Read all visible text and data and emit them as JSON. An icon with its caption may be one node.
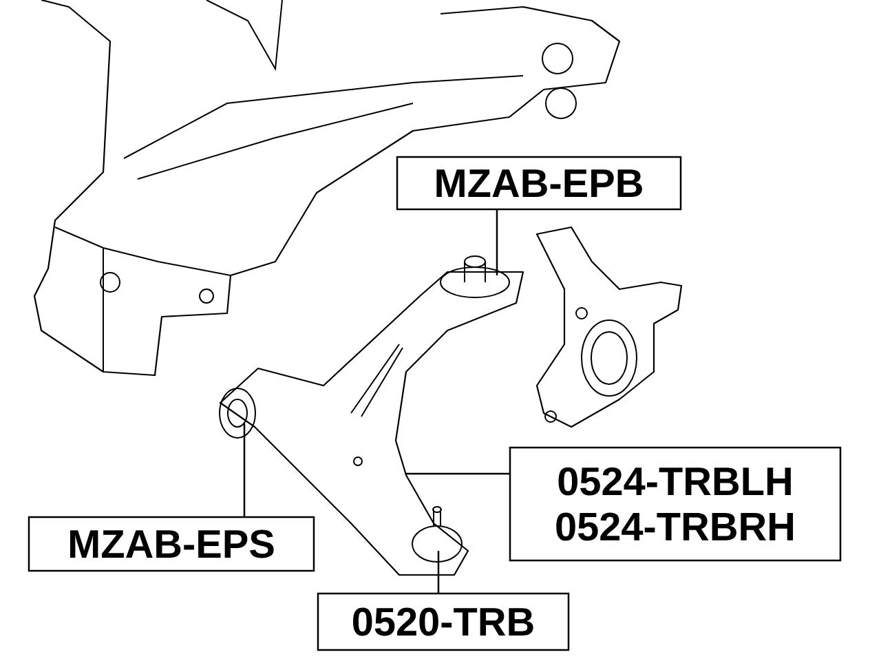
{
  "diagram": {
    "nodes": [
      {
        "text": [
          "MZAB-EPB"
        ]
      },
      {
        "text": [
          "MZAB-EPS"
        ]
      },
      {
        "text": [
          "0524-TRBLH",
          "0524-TRBRH"
        ]
      },
      {
        "text": [
          "0520-TRB"
        ]
      }
    ],
    "edges": [
      {
        "from": 0,
        "to": null,
        "arrow": "none"
      },
      {
        "from": 1,
        "to": null,
        "arrow": "none"
      },
      {
        "from": 2,
        "to": null,
        "arrow": "none"
      },
      {
        "from": 3,
        "to": null,
        "arrow": "none"
      }
    ]
  }
}
